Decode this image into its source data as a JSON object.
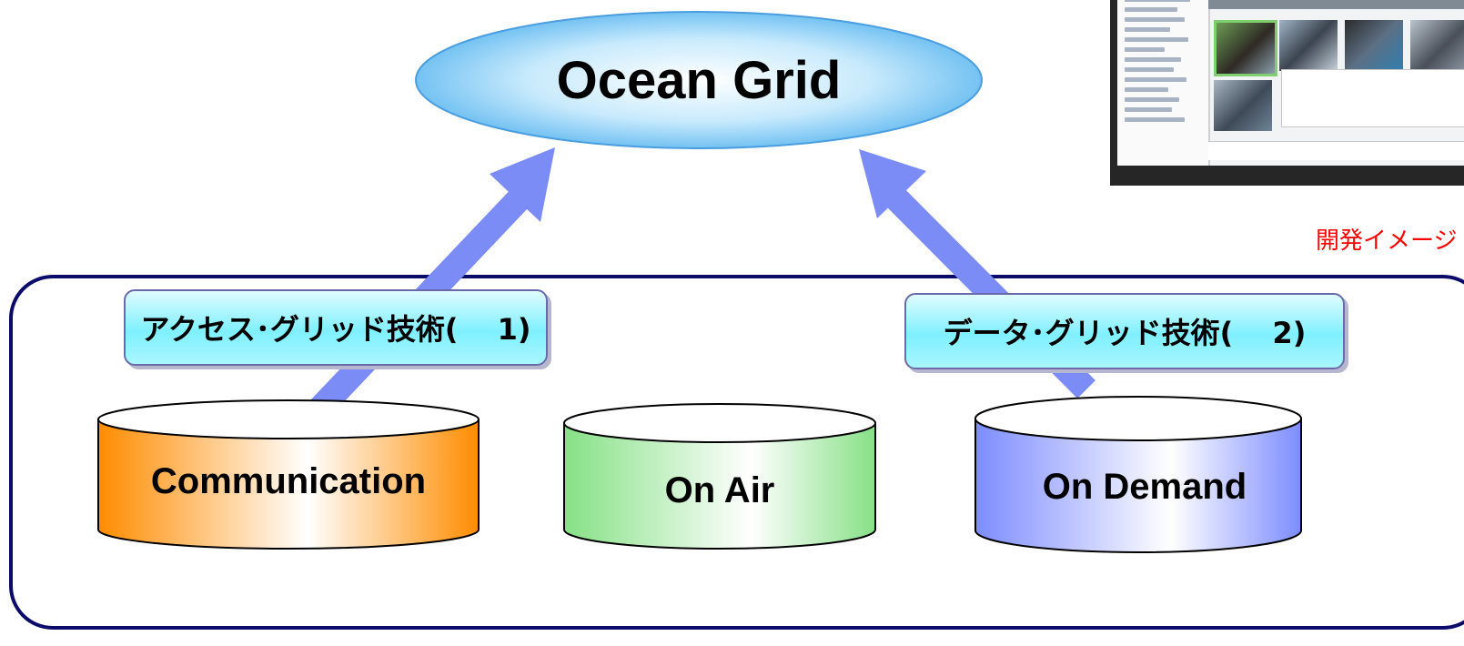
{
  "diagram": {
    "top_node": {
      "label": "Ocean Grid"
    },
    "tech_labels": [
      {
        "label": "アクセス･グリッド技術(　 1)"
      },
      {
        "label": "データ･グリッド技術(　 2)"
      }
    ],
    "cylinders": [
      {
        "label": "Communication",
        "fill_start": "#ff8c00",
        "fill_mid": "#ffffff",
        "fill_end": "#ff8c00"
      },
      {
        "label": "On Air",
        "fill_start": "#88e888",
        "fill_mid": "#ffffff",
        "fill_end": "#88e888"
      },
      {
        "label": "On Demand",
        "fill_start": "#7d8cff",
        "fill_mid": "#ffffff",
        "fill_end": "#7d8cff"
      }
    ],
    "image_note": "開発イメージ",
    "colors": {
      "arrow": "#7b8cf6",
      "container_border": "#0b0b6a",
      "ellipse_center": "#ffffff",
      "ellipse_edge": "#5fb8f0",
      "note": "#ff0000"
    }
  }
}
